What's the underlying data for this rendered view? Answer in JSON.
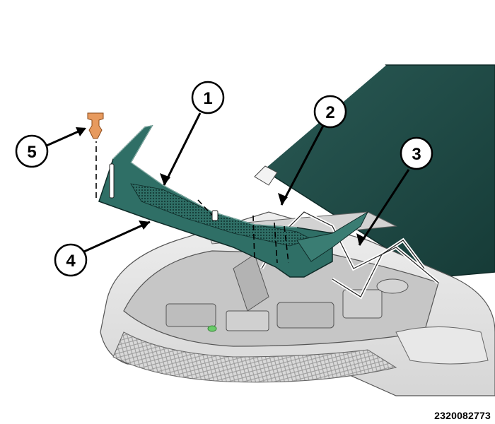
{
  "figure": {
    "figure_id": "2320082773"
  },
  "callouts": [
    {
      "number": "1"
    },
    {
      "number": "2"
    },
    {
      "number": "3"
    },
    {
      "number": "4"
    },
    {
      "number": "5"
    }
  ],
  "colors": {
    "hood": "#1f4a45",
    "cowl_panel": "#2f6f66",
    "cowl_dark": "#173f3a",
    "fastener": "#e79a5e",
    "car_body": "#e4e4e4",
    "engine_bay": "#c9c9c9"
  }
}
